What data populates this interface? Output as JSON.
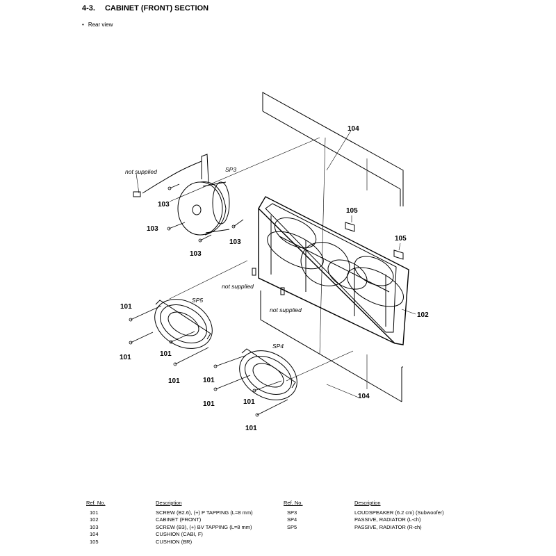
{
  "header": {
    "section_number": "4-3.",
    "section_title": "CABINET (FRONT)  SECTION",
    "view_label": "Rear view"
  },
  "diagram": {
    "callouts": {
      "c101": "101",
      "c102": "102",
      "c103": "103",
      "c104": "104",
      "c105": "105"
    },
    "component_labels": {
      "sp3": "SP3",
      "sp4": "SP4",
      "sp5": "SP5"
    },
    "notes": {
      "not_supplied": "not supplied"
    }
  },
  "parts_table_headers": {
    "ref_no": "Ref. No.",
    "description": "Description"
  },
  "parts_left": [
    {
      "ref": "101",
      "description": "SCREW (B2.6), (+) P TAPPING (L=8 mm)"
    },
    {
      "ref": "102",
      "description": "CABINET (FRONT)"
    },
    {
      "ref": "103",
      "description": "SCREW (B3), (+) BV TAPPING (L=8 mm)"
    },
    {
      "ref": "104",
      "description": "CUSHION (CABI, F)"
    },
    {
      "ref": "105",
      "description": "CUSHION (BR)"
    }
  ],
  "parts_right": [
    {
      "ref": "SP3",
      "description": "LOUDSPEAKER (6.2 cm) (Subwoofer)"
    },
    {
      "ref": "SP4",
      "description": "PASSIVE, RADIATOR (L-ch)"
    },
    {
      "ref": "SP5",
      "description": "PASSIVE, RADIATOR (R-ch)"
    }
  ]
}
